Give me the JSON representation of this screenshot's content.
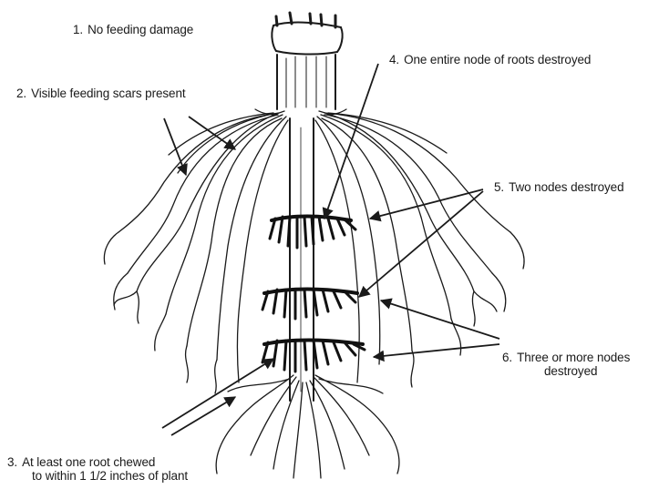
{
  "labels": {
    "l1": {
      "num": "1.",
      "text": "No feeding damage"
    },
    "l2": {
      "num": "2.",
      "text": "Visible feeding scars present"
    },
    "l3": {
      "num": "3.",
      "line1": "At least one  root  chewed",
      "line2": "to within 1 1/2 inches of plant"
    },
    "l4": {
      "num": "4.",
      "text": "One entire node of roots destroyed"
    },
    "l5": {
      "num": "5.",
      "text": "Two nodes destroyed"
    },
    "l6": {
      "num": "6.",
      "line1": "Three or more nodes",
      "line2": "destroyed"
    }
  },
  "colors": {
    "ink": "#1a1a1a",
    "background": "#ffffff"
  }
}
